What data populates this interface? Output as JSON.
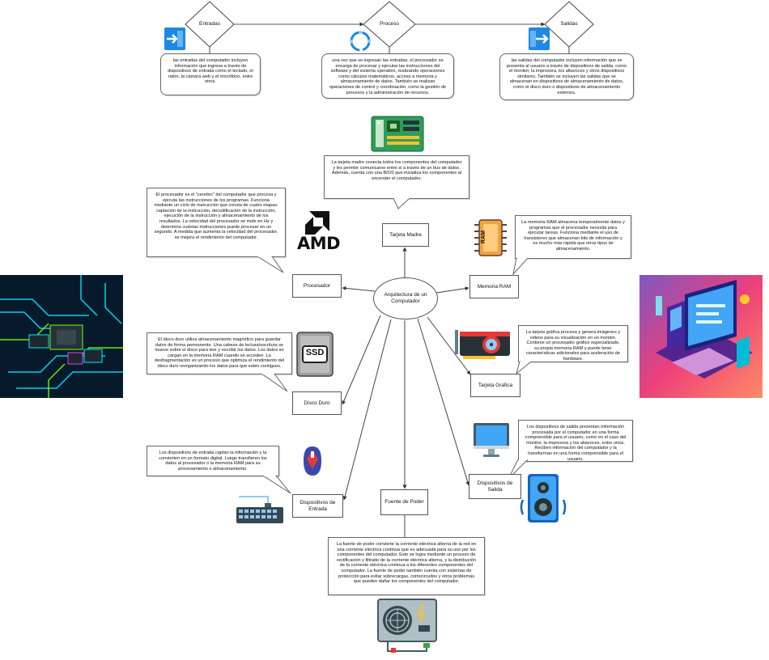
{
  "top": {
    "inputs": {
      "label": "Entradas",
      "text": "las entradas del computador incluyen información que ingresa a través de dispositivos de entrada como el teclado, el ratón, la cámara web y el micrófono, entre otros."
    },
    "process": {
      "label": "Proceso",
      "text": "una vez que se ingresan las entradas, el procesador se encarga de procesar y ejecutar las instrucciones del software y del sistema operativo, realizando operaciones como cálculos matemáticos, acceso a memoria y almacenamiento de datos. También se realizan operaciones de control y coordinación, como la gestión de procesos y la administración de recursos."
    },
    "outputs": {
      "label": "Salidas",
      "text": "las salidas del computador incluyen información que se presenta al usuario a través de dispositivos de salida, como el monitor, la impresora, los altavoces y otros dispositivos similares. También se incluyen las salidas que se almacenan en dispositivos de almacenamiento de datos, como el disco duro o dispositivos de almacenamiento externos."
    }
  },
  "center": {
    "label": "Arquitectura de un Computador"
  },
  "nodes": {
    "motherboard": {
      "label": "Tarjeta Madre",
      "text": "La tarjeta madre conecta todos los componentes del computador y les permite comunicarse entre sí a través de un bus de datos. Además, cuenta con una BIOS que inicializa los componentes al encender el computador."
    },
    "processor": {
      "label": "Procesador",
      "logo": "AMD",
      "text": "El procesador es el \"cerebro\" del computador que procesa y ejecuta las instrucciones de los programas. Funciona mediante un ciclo de instrucción que consta de cuatro etapas: captación de la instrucción, decodificación de la instrucción, ejecución de la instrucción y almacenamiento de los resultados. La velocidad del procesador se mide en Hz y determina cuántas instrucciones puede procesar en un segundo. A medida que aumenta la velocidad del procesador, se mejora el rendimiento del computador."
    },
    "ram": {
      "label": "Memoria RAM",
      "chip_text": "RAM",
      "text": "La memoria RAM almacena temporalmente datos y programas que el procesador necesita para ejecutar tareas. Funciona mediante el uso de transistores que almacenan bits de información y es mucho más rápida que otros tipos de almacenamiento."
    },
    "gpu": {
      "label": "Tarjeta Grafica",
      "text": "La tarjeta gráfica procesa y genera imágenes y videos para su visualización en un monitor. Contiene un procesador gráfico especializado, su propia memoria RAM y puede tener características adicionales para aceleración de hardware."
    },
    "hdd": {
      "label": "Disco Duro",
      "chip_text": "SSD",
      "text": "El disco duro utiliza almacenamiento magnético para guardar datos de forma permanente. Una cabeza de lectura/escritura se mueve sobre el disco para leer y escribir los datos. Los datos se cargan en la memoria RAM cuando se acceden. La desfragmentación es un proceso que optimiza el rendimiento del disco duro reorganizando los datos para que estén contiguos."
    },
    "input_devices": {
      "label": "Dispositivos de Entrada",
      "text": "Los dispositivos de entrada captan la información y la convierten en un formato digital. Luego transfieren los datos al procesador o la memoria RAM para su procesamiento o almacenamiento."
    },
    "psu": {
      "label": "Fuente de Poder",
      "text": "La fuente de poder convierte la corriente eléctrica alterna de la red en una corriente eléctrica continua que es adecuada para su uso por los componentes del computador. Esto se logra mediante un proceso de rectificación y filtrado de la corriente eléctrica alterna, y la distribución de la corriente eléctrica continua a los diferentes componentes del computador. La fuente de poder también cuenta con sistemas de protección para evitar sobrecargas, cortocircuitos y otros problemas que pueden dañar los componentes del computador."
    },
    "output_devices": {
      "label": "Dispositivos de Salida",
      "text": "Los dispositivos de salida presentan información procesada por el computador en una forma comprensible para el usuario, como en el caso del monitor, la impresora y los altavoces, entre otros. Reciben información del computador y la transforman en una forma comprensible para el usuario."
    }
  },
  "icons": {
    "input_arrow": "entry-arrow-icon",
    "process_cycle": "cycle-icon",
    "output_arrow": "exit-arrow-icon",
    "motherboard": "motherboard-icon",
    "ram": "ram-chip-icon",
    "gpu": "graphics-card-icon",
    "ssd": "ssd-icon",
    "mouse": "mouse-icon",
    "keyboard": "keyboard-icon",
    "monitor": "monitor-icon",
    "speaker": "speaker-icon",
    "psu": "power-supply-icon"
  },
  "colors": {
    "blue_icon": "#1e88e5",
    "green_board": "#2e9e5b",
    "ram_orange": "#f2a33a",
    "gpu_red": "#e53935",
    "side_left_bg": "#061a2c",
    "side_right_bg": "#ff6f6f"
  }
}
